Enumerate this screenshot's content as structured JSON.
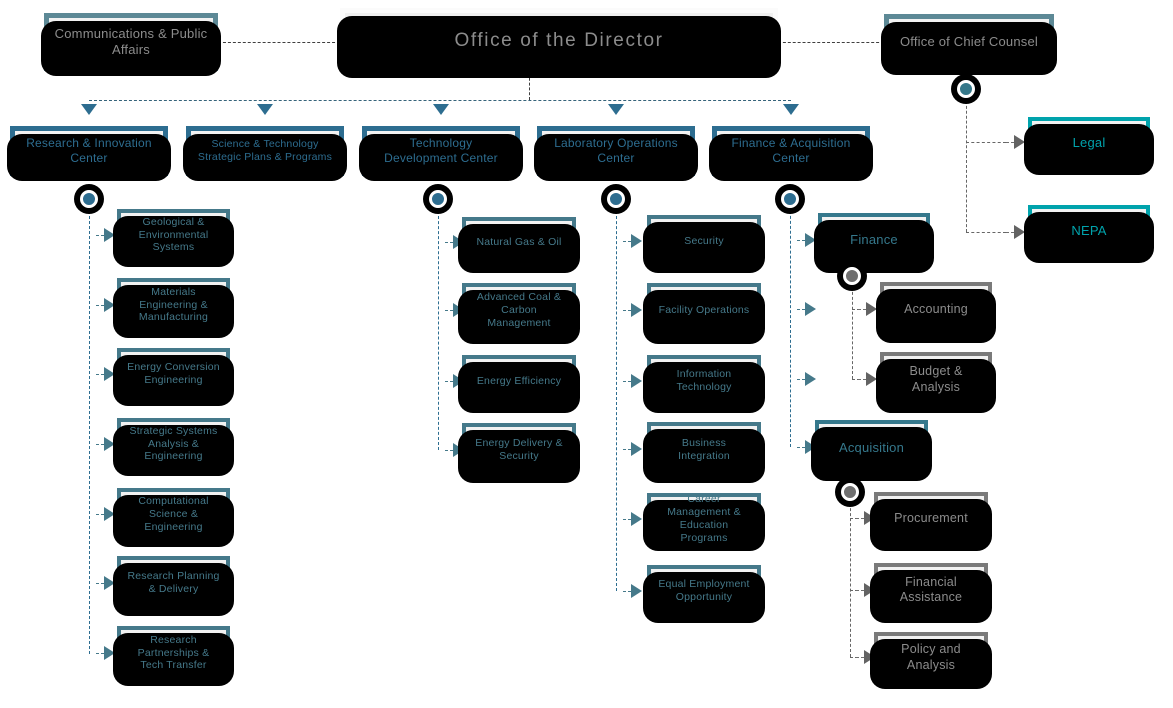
{
  "diagram": {
    "top": {
      "communications": "Communications & Public Affairs",
      "director": "Office of the Director",
      "chief_counsel": "Office of Chief Counsel"
    },
    "chief_counsel_offices": [
      "Legal",
      "NEPA"
    ],
    "centers": [
      "Research & Innovation Center",
      "Science & Technology Strategic Plans & Programs",
      "Technology Development Center",
      "Laboratory Operations Center",
      "Finance & Acquisition Center"
    ],
    "research_innovation": [
      "Geological & Environmental Systems",
      "Materials Engineering & Manufacturing",
      "Energy Conversion Engineering",
      "Strategic Systems Analysis & Engineering",
      "Computational Science & Engineering",
      "Research Planning & Delivery",
      "Research Partnerships & Tech Transfer"
    ],
    "technology_development": [
      "Natural Gas & Oil",
      "Advanced Coal & Carbon Management",
      "Energy Efficiency",
      "Energy Delivery & Security"
    ],
    "laboratory_operations": [
      "Security",
      "Facility Operations",
      "Information Technology",
      "Business Integration",
      "Career Management & Education Programs",
      "Equal Employment Opportunity"
    ],
    "finance": {
      "label": "Finance",
      "children": [
        "Accounting",
        "Budget & Analysis"
      ]
    },
    "acquisition": {
      "label": "Acquisition",
      "children": [
        "Procurement",
        "Financial Assistance",
        "Policy and Analysis"
      ]
    }
  },
  "colors": {
    "center_blue": "#2d6d90",
    "branch_teal": "#45798a",
    "top_border_slate": "#5d8996",
    "counsel_bright_teal": "#00a3ac",
    "sub_gray_border": "#7a7a7a",
    "gray_text": "#8c8c8c",
    "box_fill": "#f2f2f2",
    "shadow_black": "#000000"
  }
}
